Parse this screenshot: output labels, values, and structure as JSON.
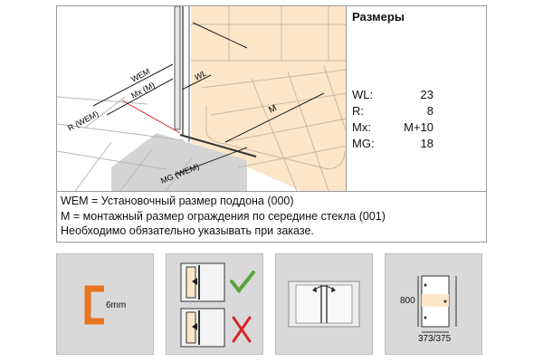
{
  "sizes": {
    "title": "Размеры",
    "rows": [
      {
        "key": "WL:",
        "value": "23"
      },
      {
        "key": "R:",
        "value": "8"
      },
      {
        "key": "Mx:",
        "value": "M+10"
      },
      {
        "key": "MG:",
        "value": "18"
      }
    ]
  },
  "diagram": {
    "label_wem": "WEM",
    "label_mx": "Mx (M)",
    "label_r": "R (WEM)",
    "label_wl": "WL",
    "label_m": "M",
    "label_mg": "MG (WEM)"
  },
  "notes": [
    "WEM = Установочный размер поддона (000)",
    "M = монтажный размер ограждения по середине стекла (001)",
    "Необходимо обязательно указывать при заказе."
  ],
  "tiles": {
    "glass_thickness": "6mm",
    "dim_height": "800",
    "dim_width": "373/375"
  },
  "colors": {
    "accent_orange": "#e8741f",
    "check_green": "#5aa33c",
    "cross_red": "#d6282b",
    "floor_peach": "#fbe6c8"
  }
}
